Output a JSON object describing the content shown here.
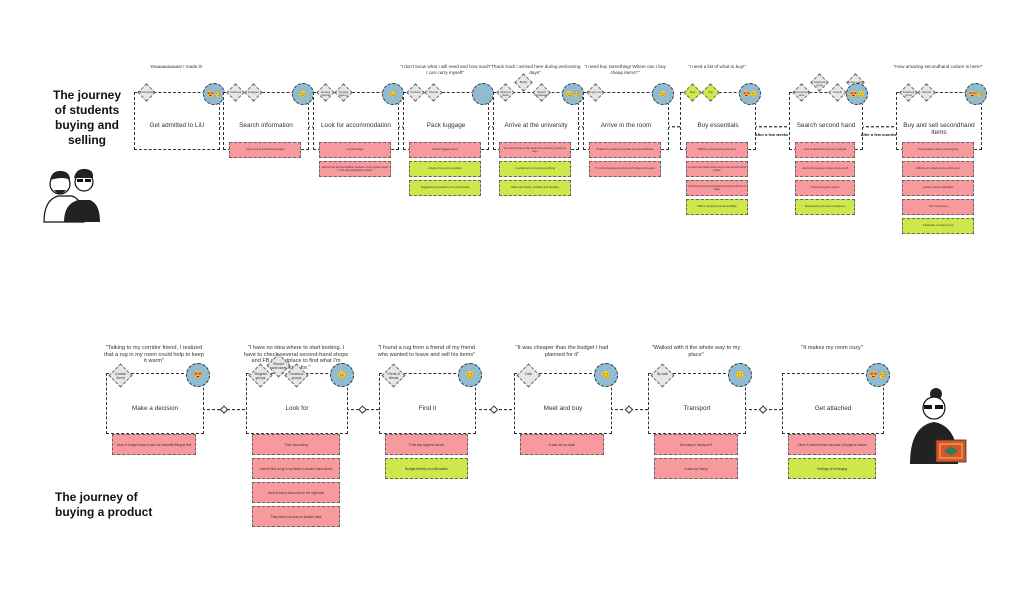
{
  "titles": {
    "students": [
      "The journey",
      "of students",
      "buying and",
      "selling"
    ],
    "product": [
      "The journey of",
      "buying a product"
    ]
  },
  "journey1": {
    "stages": [
      {
        "label": "Get admitted to LiU",
        "quote": "Yeaaaaaaaaaa! I made it!",
        "diamonds": [
          "Official website"
        ],
        "emoji": "😍🥳",
        "pains": [],
        "gains": []
      },
      {
        "label": "Search information",
        "quote": "",
        "diamonds": [
          "Facebook",
          "Instagram"
        ],
        "emoji": "😊",
        "pains": [
          "Learn a lot of travelled webpages"
        ],
        "gains": []
      },
      {
        "label": "Look for accommodation",
        "quote": "",
        "diamonds": [
          "Housing website",
          "Housing agency"
        ],
        "emoji": "😊",
        "pains": [
          "Limited budget",
          "Hard to find accommodation because of non-queue points or the long application website"
        ],
        "gains": []
      },
      {
        "label": "Pack luggage",
        "quote": "\"I don't know what I will need and how much I can carry myself\"",
        "diamonds": [
          "Suitcase",
          "Friends"
        ],
        "emoji": "",
        "pains": [
          "Limited luggage space"
        ],
        "gains": [
          "Advices from senior students",
          "Suggestions provided by LiU social media"
        ]
      },
      {
        "label": "Arrive at the university",
        "quote": "\"Thank God! I arrived here during welcoming days\"",
        "diamonds": [
          "Welcome Week",
          "Buddy",
          "Student ambassador"
        ],
        "emoji": "😊🥳",
        "pains": [
          "Too many things at the same time (housing, joining the app)"
        ],
        "gains": [
          "A guide book on buying everything",
          "Make new friends, societies and activities"
        ]
      },
      {
        "label": "Arrive in the room",
        "quote": "\"I need buy something! Where can I buy cheap items?\"",
        "diamonds": [
          "Empty room"
        ],
        "emoji": "😊",
        "pains": [
          "Realize the missing essentials such as bedsheets",
          "Try to find missing essentials with limited information"
        ],
        "gains": []
      },
      {
        "label": "Buy essentials",
        "quote": "\"I need a list of what to buy!\"",
        "diamonds": [
          "Ikea",
          "Jula"
        ],
        "emoji": "😍🙂",
        "pains": [
          "Difficulty of transporting big items",
          "Limited information about stores and second-hand culture",
          "Finding almost all essentials (1 week) at the list of IKEA"
        ],
        "gains": [
          "IKEA's popularity and accessibility"
        ]
      },
      {
        "label": "Search second hand",
        "quote": "",
        "diamonds": [
          "Second-hand store",
          "Facebook group",
          "Friends",
          "Online market"
        ],
        "emoji": "😍🙂",
        "pains": [
          "Lack of alternative payment methods",
          "Hard to find people to help carrying stuff",
          "Trust and hygiene issues"
        ],
        "gains": [
          "Supported by the same ambiguous"
        ]
      },
      {
        "label": "Buy and sell secondhand items",
        "quote": "\"How amazing secondhand culture is here!\"",
        "diamonds": [
          "Facebook group",
          "Friends"
        ],
        "emoji": "😍🥳",
        "pains": [
          "Transportation issues and shipping",
          "Difficulty of contacting time with buyers",
          "Location related difficulties",
          "Time consuming"
        ],
        "gains": [
          "It feels like a treasure hunt"
        ]
      }
    ],
    "gaps": [
      {
        "after": 6,
        "label": "After a few weeks"
      },
      {
        "after": 7,
        "label": "After a few months"
      }
    ]
  },
  "journey2": {
    "stages": [
      {
        "label": "Make a decision",
        "quote": "\"Talking to my corridor friend, I realized that a rug in my room could help to keep it warm\"",
        "diamonds": [
          "Corridor friend"
        ],
        "emoji": "😍",
        "pains": [
          "Lack of budget since it was not essential thing at first"
        ],
        "gains": []
      },
      {
        "label": "Look for",
        "quote": "\"I have no idea where to start looking. I have to check several second-hand shops and FB marketplace to find what I'm looking for.\"",
        "diamonds": [
          "Telegram groups",
          "Second hand stores",
          "Facebook groups"
        ],
        "emoji": "😐",
        "pains": [
          "Time consuming",
          "Hard to find a rug in my taste in second hand stores",
          "Hard to find a clean one in the right size",
          "They were not close to student area"
        ],
        "gains": []
      },
      {
        "label": "Find it",
        "quote": "\"I found a rug from a friend of my friend who wanted to leave and sell his items\"",
        "diamonds": [
          "Friend of friends"
        ],
        "emoji": "😊",
        "pains": [
          "Trust and hygiene issues"
        ],
        "gains": [
          "Budget friendly and affordable"
        ]
      },
      {
        "label": "Meet and buy",
        "quote": "\"It was cheaper than the budget I had planned for it\"",
        "diamonds": [
          "Cash"
        ],
        "emoji": "😊",
        "pains": [
          "It was not so clean"
        ],
        "gains": []
      },
      {
        "label": "Transport",
        "quote": "\"Walked with it the whole way to my place\"",
        "diamonds": [
          "By walk"
        ],
        "emoji": "🙂",
        "pains": [
          "Not easy to transport it",
          "It was too heavy"
        ],
        "gains": []
      },
      {
        "label": "Get attached",
        "quote": "\"It makes my room cozy\"",
        "diamonds": [],
        "emoji": "😍🥳",
        "pains": [
          "Clean it several times because of hygiene issues"
        ],
        "gains": [
          "Feelings of belonging"
        ]
      }
    ]
  }
}
